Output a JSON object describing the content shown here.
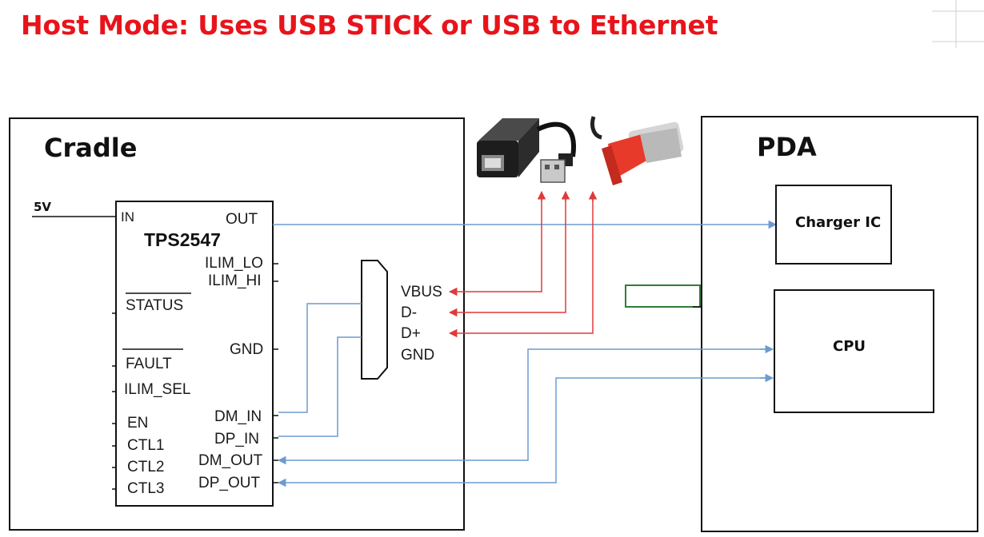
{
  "title": "Host Mode: Uses USB STICK or USB to Ethernet",
  "cradle": {
    "label": "Cradle",
    "supply": "5V",
    "chip": {
      "name": "TPS2547",
      "left_pins": [
        "IN",
        "STATUS",
        "FAULT",
        "ILIM_SEL",
        "EN",
        "CTL1",
        "CTL2",
        "CTL3"
      ],
      "right_pins": [
        "OUT",
        "ILIM_LO",
        "ILIM_HI",
        "GND",
        "DM_IN",
        "DP_IN",
        "DM_OUT",
        "DP_OUT"
      ]
    },
    "usb_connector": {
      "pins": [
        "VBUS",
        "D-",
        "D+",
        "GND"
      ]
    }
  },
  "pda": {
    "label": "PDA",
    "blocks": [
      "Charger IC",
      "CPU"
    ]
  },
  "devices": [
    "usb-to-ethernet-adapter",
    "usb-stick"
  ],
  "colors": {
    "title": "#e8141b",
    "signal_line": "#6b9bd1",
    "device_line": "#e03a3a",
    "green_box": "#2e7d3a",
    "outline": "#111111"
  }
}
